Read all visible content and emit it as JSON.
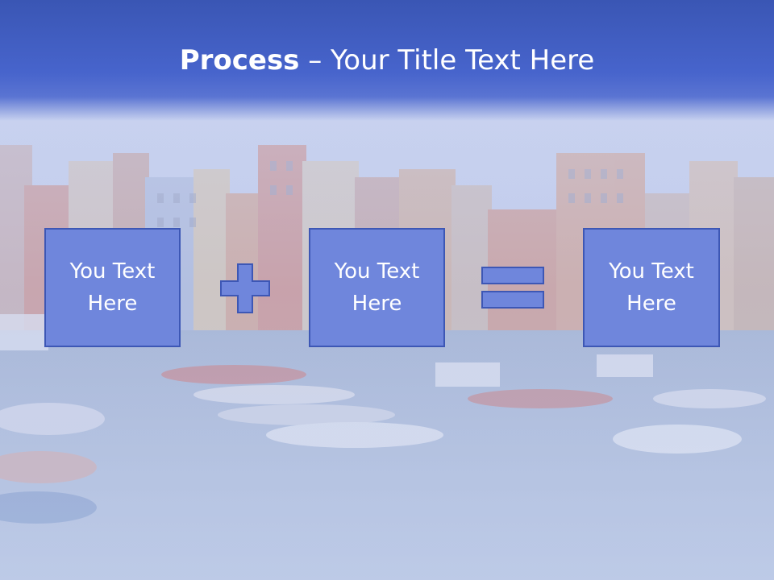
{
  "slide": {
    "title_bold": "Process",
    "title_rest": " – Your Title Text Here",
    "boxes": [
      {
        "label": "You Text Here"
      },
      {
        "label": "You Text Here"
      },
      {
        "label": "You Text Here"
      }
    ],
    "operators": [
      "plus-icon",
      "equals-icon"
    ],
    "colors": {
      "header": "#4764cc",
      "box_fill": "#6f86dc",
      "box_border": "#3d57b5",
      "text": "#ffffff"
    }
  }
}
